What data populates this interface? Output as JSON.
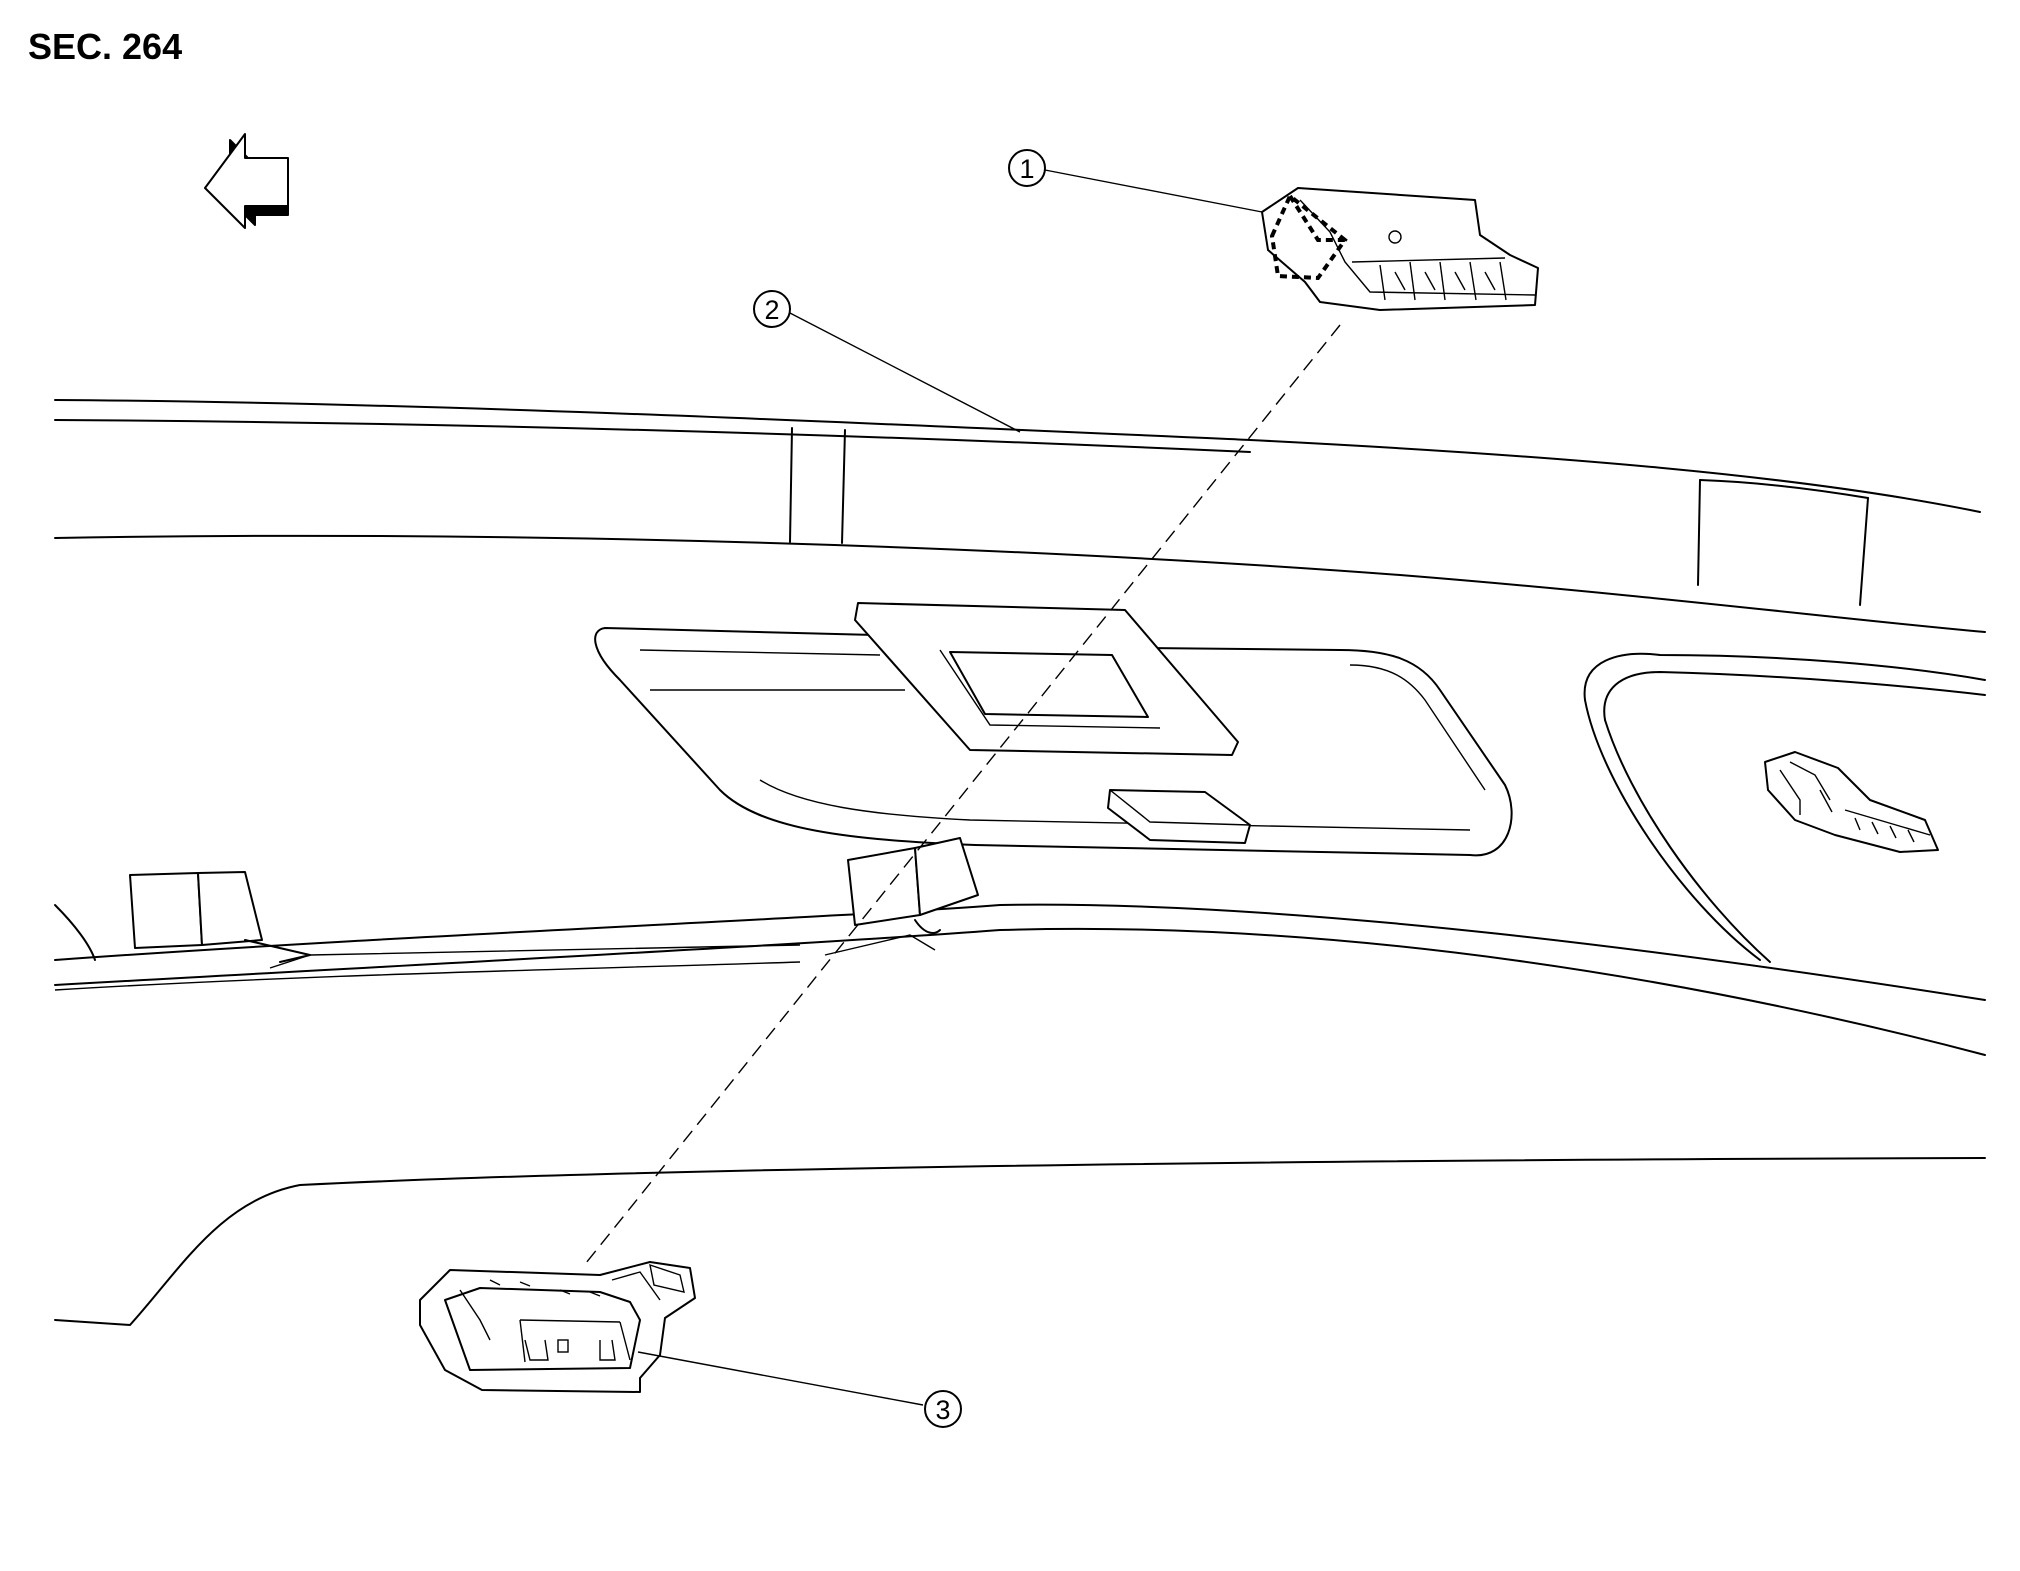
{
  "section_label": "SEC. 264",
  "callouts": {
    "c1": "1",
    "c2": "2",
    "c3": "3"
  },
  "icons": {
    "direction_arrow": "front-direction-arrow-icon"
  }
}
